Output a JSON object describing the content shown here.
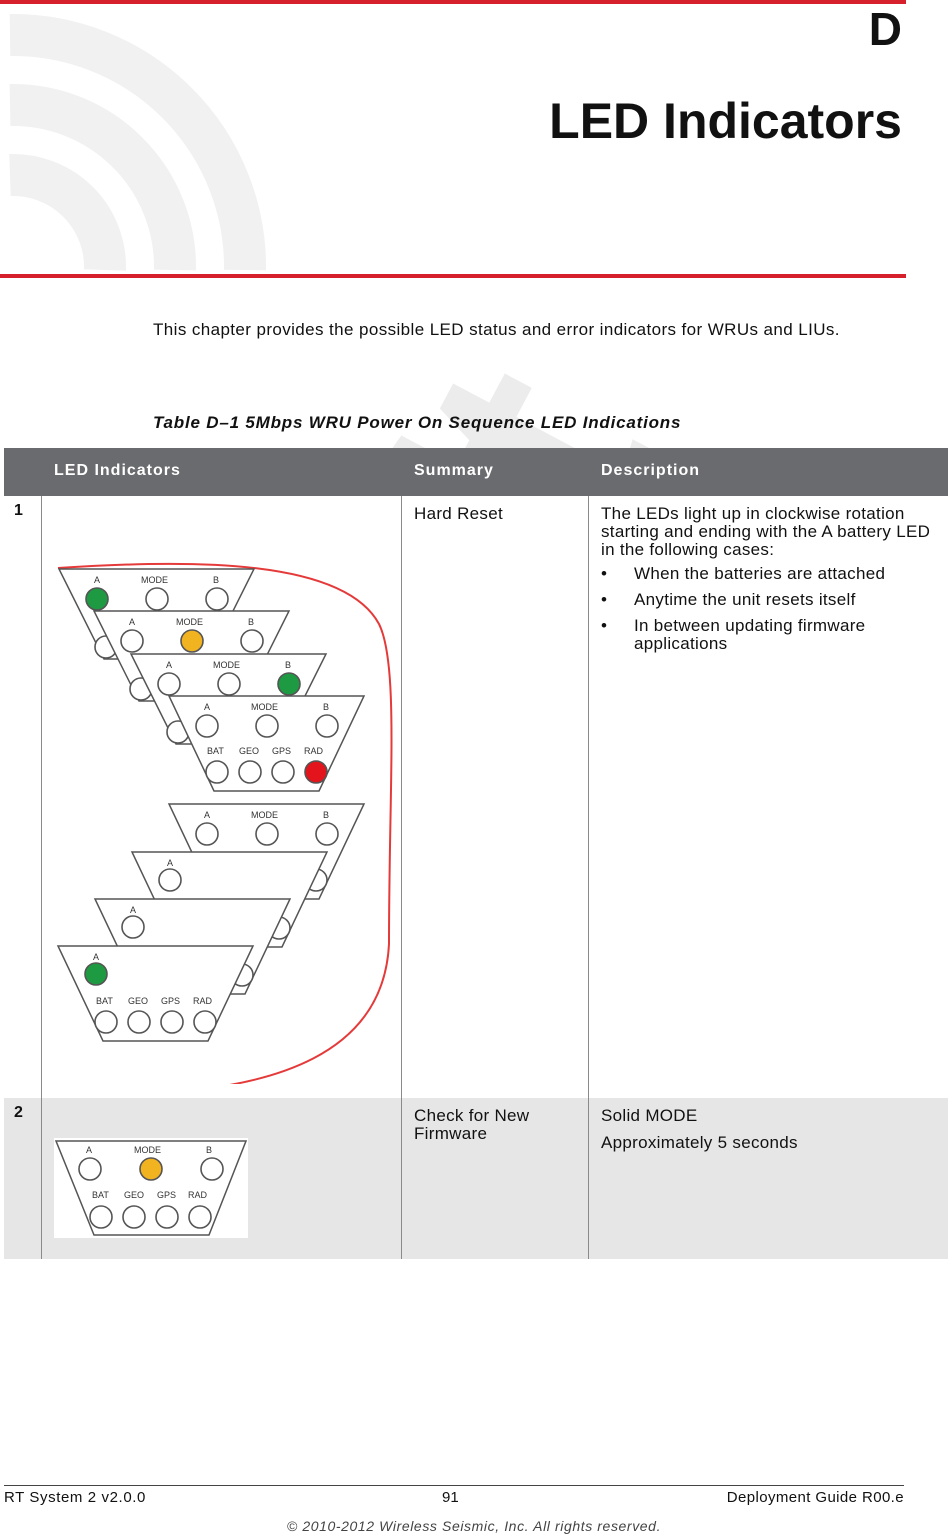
{
  "chapter": {
    "letter": "D",
    "title": "LED Indicators"
  },
  "intro": "This chapter provides the possible LED status and error indicators for WRUs and LIUs.",
  "table": {
    "caption": "Table D–1  5Mbps WRU Power On Sequence LED Indications",
    "headers": [
      "LED Indicators",
      "Summary",
      "Description"
    ],
    "rows": [
      {
        "num": "1",
        "summary": "Hard Reset",
        "description": "The LEDs light up in clockwise rotation starting and ending with the A battery LED in the following cases:",
        "bullets": [
          "When the batteries are attached",
          "Anytime the unit resets itself",
          "In between updating firmware applications"
        ]
      },
      {
        "num": "2",
        "summary": "Check for New Firmware",
        "description_lines": [
          "Solid MODE",
          "Approximately 5 seconds"
        ]
      }
    ]
  },
  "led_labels": {
    "a": "A",
    "mode": "MODE",
    "b": "B",
    "bat": "BAT",
    "geo": "GEO",
    "gps": "GPS",
    "rad": "RAD"
  },
  "colors": {
    "accent_red": "#d6202c",
    "led_green": "#1e9a43",
    "led_amber": "#f2b321",
    "led_red": "#e3141c",
    "header_gray": "#6a6b6e"
  },
  "footer": {
    "left": "RT System 2 v2.0.0",
    "page": "91",
    "right": "Deployment Guide R00.e",
    "copyright": "© 2010-2012 Wireless Seismic, Inc. All rights reserved."
  },
  "watermark": "Draft"
}
